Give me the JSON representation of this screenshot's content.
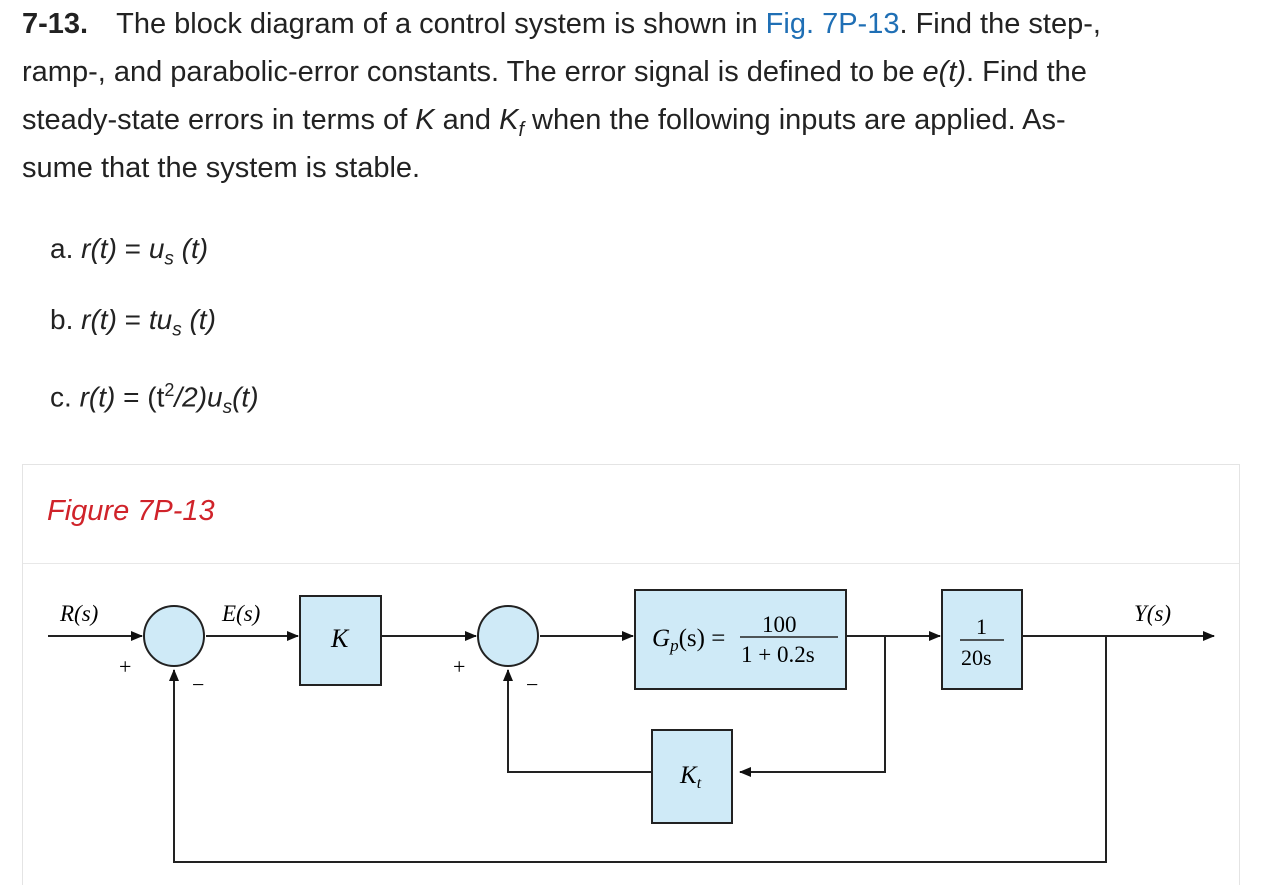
{
  "problem": {
    "number": "7-13.",
    "text_before_ref": "The block diagram of a control system is shown in ",
    "fig_ref": "Fig. 7P-13",
    "text_line1_rest": ". Find the step-,",
    "text_line2": "ramp-, and parabolic-error constants. The error signal is defined to be ",
    "et": "e(t)",
    "text_line2_end": ". Find the",
    "text_line3a": "steady-state errors in terms of ",
    "K": "K",
    "and": " and ",
    "Kf": "K",
    "Kf_sub": "f",
    "text_line3b": " when the following inputs are applied. As-",
    "text_line4": "sume that the system is stable."
  },
  "items": [
    {
      "label": "a.",
      "lhs": "r(t)",
      "eq": " = ",
      "rhs1": "u",
      "sub": "s",
      "rhs2": " (t)"
    },
    {
      "label": "b.",
      "lhs": "r(t)",
      "eq": " = ",
      "rhs1": "tu",
      "sub": "s",
      "rhs2": " (t)"
    },
    {
      "label": "c.",
      "lhs": "r(t)",
      "eq": " = (t",
      "sup": "2",
      "rhs1": "/2)u",
      "sub": "s",
      "rhs2": "(t)"
    }
  ],
  "figure": {
    "label": "Figure 7P-13",
    "R": "R(s)",
    "E": "E(s)",
    "Y": "Y(s)",
    "K_block": "K",
    "Gp_left": "G",
    "Gp_sub": "p",
    "Gp_mid": "(s) =",
    "Gp_num": "100",
    "Gp_den": "1 + 0.2s",
    "int_num": "1",
    "int_den": "20s",
    "Kt": "K",
    "Kt_sub": "t",
    "plus": "+",
    "minus": "−",
    "colors": {
      "block_fill": "#cfeaf7",
      "label": "#d0232a",
      "link": "#1f6fb5"
    }
  }
}
